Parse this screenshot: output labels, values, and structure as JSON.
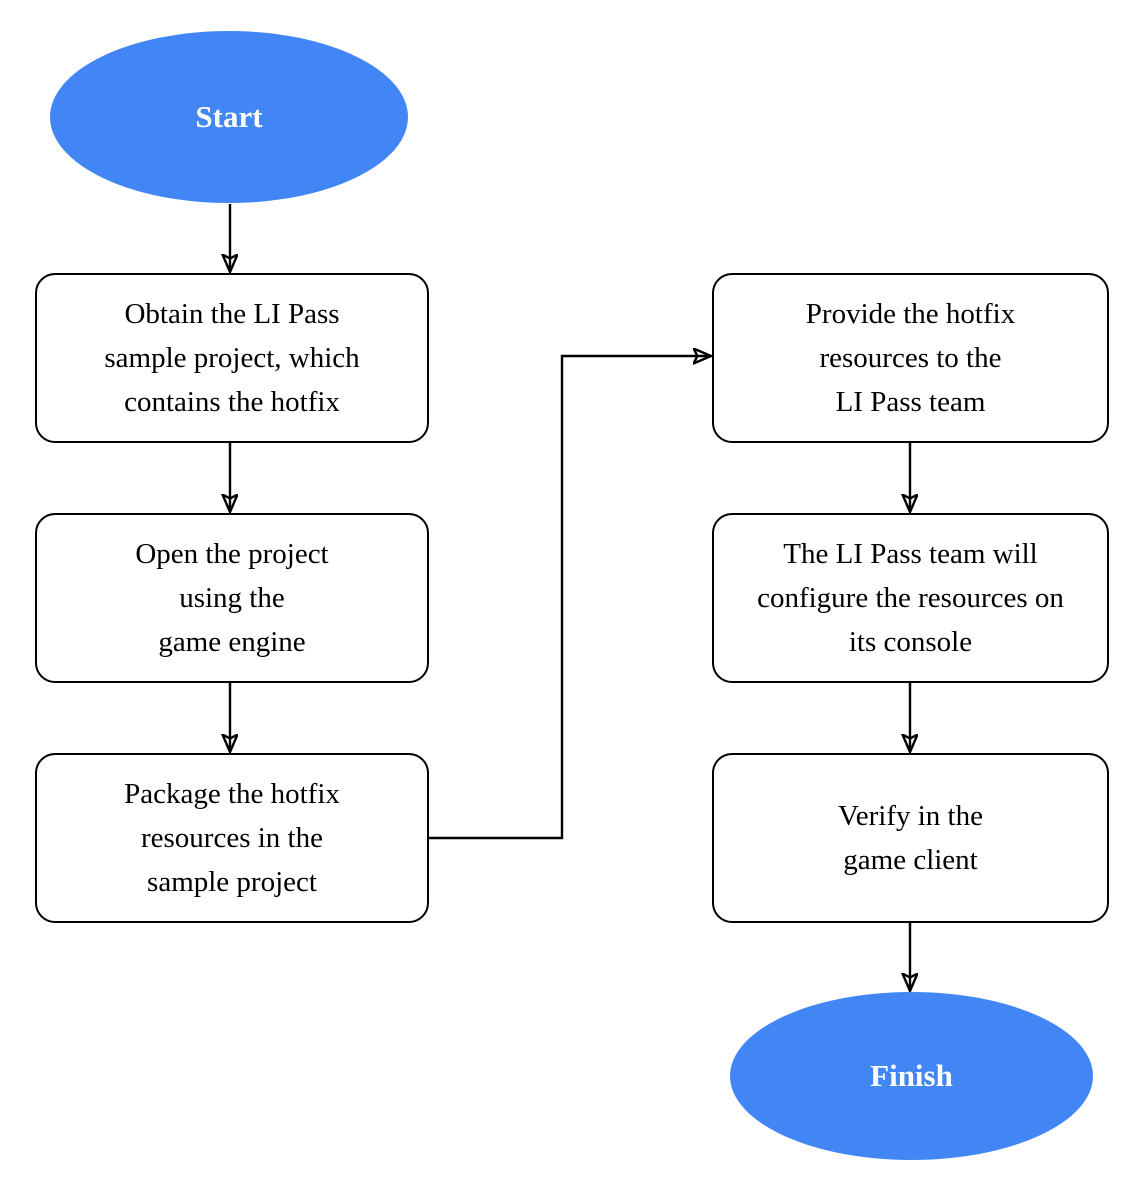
{
  "colors": {
    "terminal_fill": "#4285F4",
    "terminal_text": "#FFFFFF",
    "process_fill": "#FFFFFF",
    "process_border": "#000000",
    "process_text": "#000000",
    "connector": "#000000",
    "background": "#FFFFFF"
  },
  "nodes": {
    "start": {
      "type": "terminal",
      "label": "Start"
    },
    "obtain": {
      "type": "process",
      "label": "Obtain the LI Pass\nsample project, which\ncontains the hotfix"
    },
    "open": {
      "type": "process",
      "label": "Open the project\nusing the\ngame engine"
    },
    "package": {
      "type": "process",
      "label": "Package the hotfix\nresources in the\nsample project"
    },
    "provide": {
      "type": "process",
      "label": "Provide the hotfix\nresources to the\nLI Pass team"
    },
    "configure": {
      "type": "process",
      "label": "The LI Pass team will\nconfigure the resources on\nits console"
    },
    "verify": {
      "type": "process",
      "label": "Verify in the\ngame client"
    },
    "finish": {
      "type": "terminal",
      "label": "Finish"
    }
  },
  "edges": [
    {
      "from": "start",
      "to": "obtain"
    },
    {
      "from": "obtain",
      "to": "open"
    },
    {
      "from": "open",
      "to": "package"
    },
    {
      "from": "package",
      "to": "provide"
    },
    {
      "from": "provide",
      "to": "configure"
    },
    {
      "from": "configure",
      "to": "verify"
    },
    {
      "from": "verify",
      "to": "finish"
    }
  ]
}
